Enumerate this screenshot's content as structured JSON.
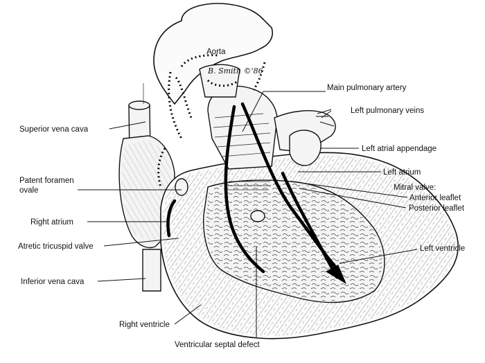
{
  "signature": "B. Smith ©'86",
  "labels": {
    "aorta": "Aorta",
    "main_pulmonary_artery": "Main pulmonary artery",
    "left_pulmonary_veins": "Left pulmonary veins",
    "superior_vena_cava": "Superior vena cava",
    "left_atrial_appendage": "Left atrial appendage",
    "left_atrium": "Left atrium",
    "patent_foramen_line1": "Patent foramen",
    "patent_foramen_line2": "ovale",
    "mitral_valve": "Mitral valve:",
    "anterior_leaflet": "Anterior leaflet",
    "posterior_leaflet": "Posterior leaflet",
    "right_atrium": "Right atrium",
    "atretic_tricuspid_valve": "Atretic tricuspid valve",
    "left_ventricle": "Left ventricle",
    "inferior_vena_cava": "Inferior vena cava",
    "right_ventricle": "Right ventricle",
    "ventricular_septal_defect": "Ventricular septal defect"
  }
}
